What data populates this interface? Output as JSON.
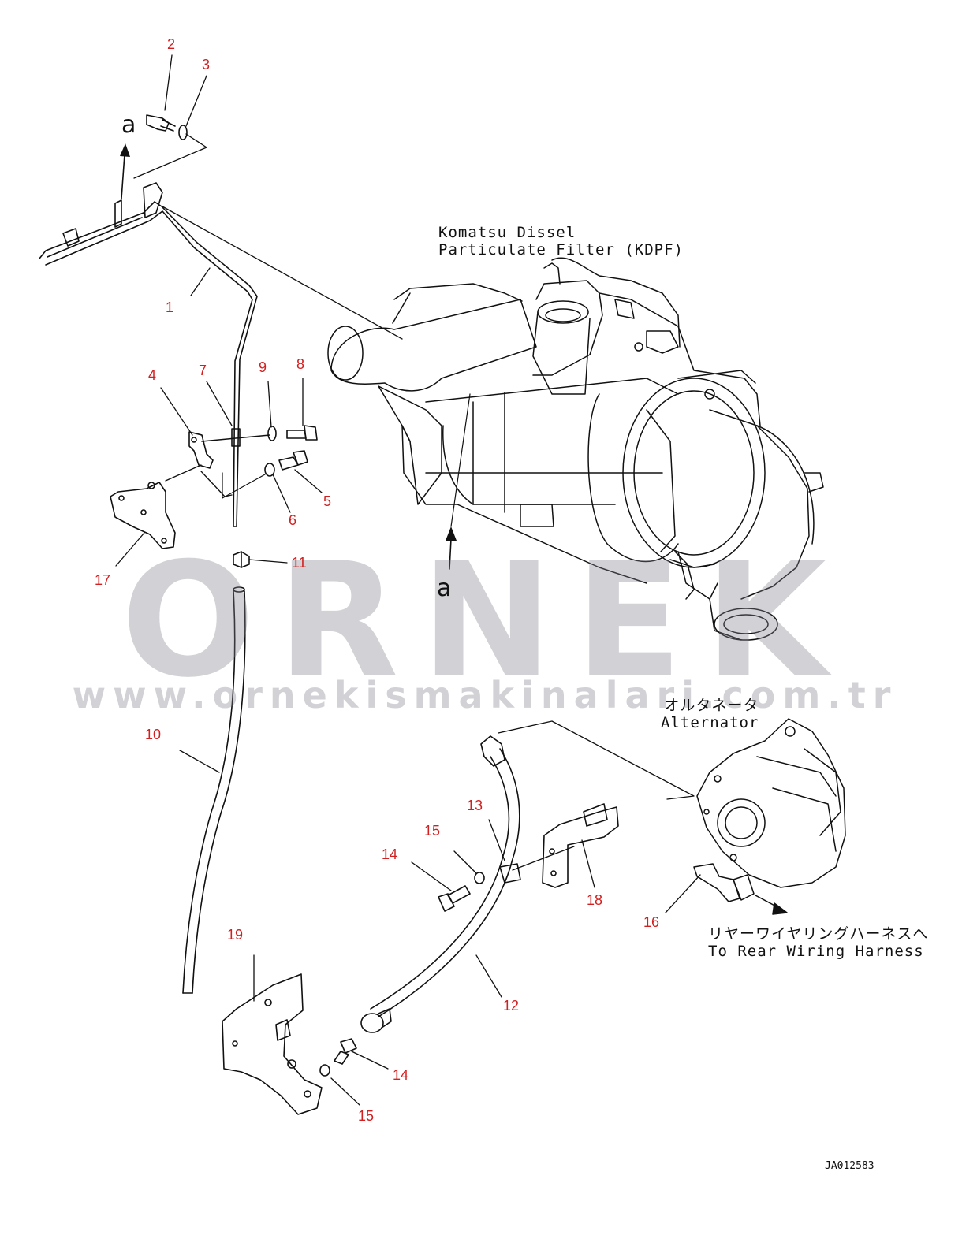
{
  "diagram": {
    "title": "Komatsu Dissel\nParticulate Filter (KDPF)",
    "alternator": "オルタネータ\nAlternator",
    "rear_harness": "リヤーワイヤリングハーネスへ\nTo Rear Wiring Harness",
    "view_marker": "a",
    "doc_id": "JA012583",
    "callouts": [
      "1",
      "2",
      "3",
      "4",
      "5",
      "6",
      "7",
      "8",
      "9",
      "10",
      "11",
      "12",
      "13",
      "14",
      "15",
      "16",
      "17",
      "18",
      "19"
    ],
    "callout_14_second": "14",
    "callout_15_second": "15"
  },
  "watermark": {
    "brand": "ORNEK",
    "url": "www.ornekismakinalari.com.tr"
  },
  "colors": {
    "callout": "#d21f1f",
    "line": "#111111",
    "watermark": "#8c8c96"
  }
}
